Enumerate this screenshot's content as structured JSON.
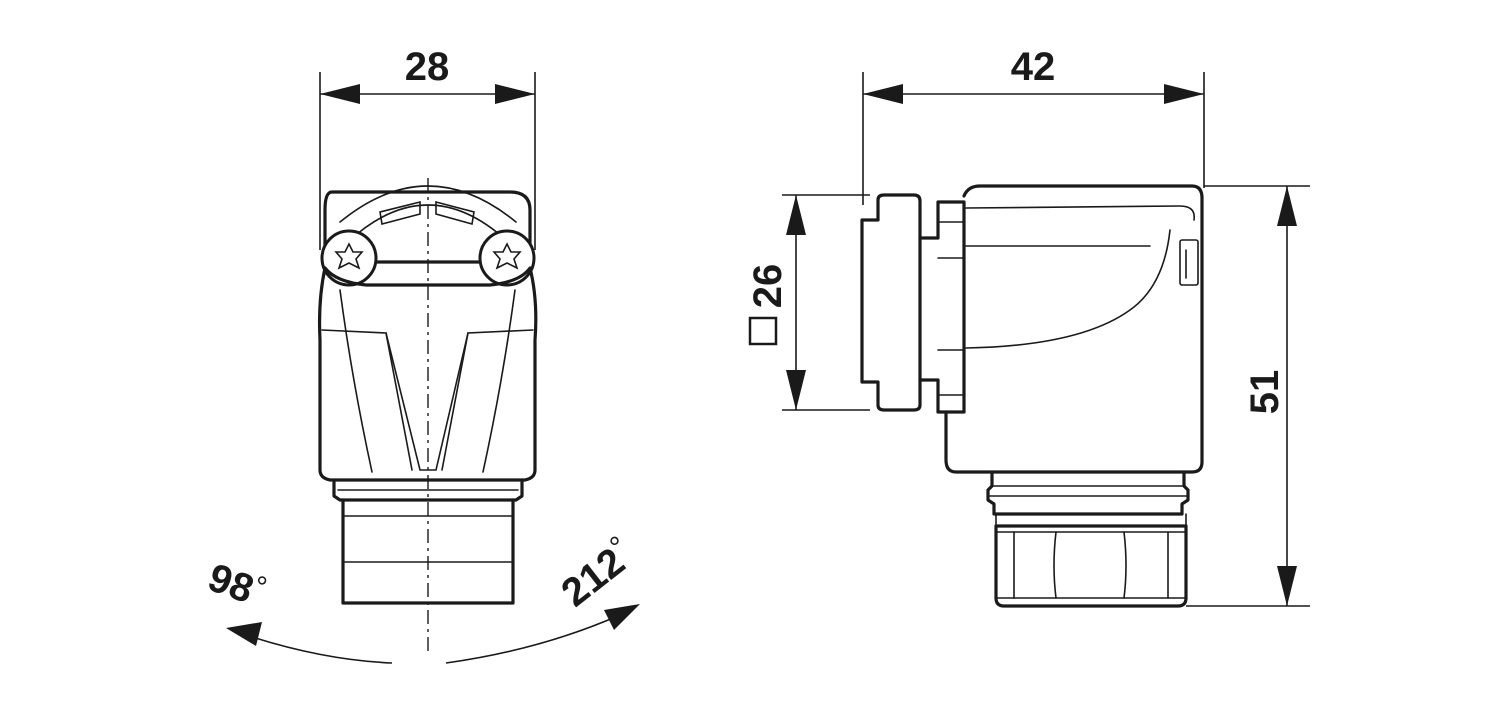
{
  "dimensions": {
    "front_width": "28",
    "side_width": "42",
    "flange_square": "26",
    "height": "51",
    "rotation_left": "98",
    "rotation_right": "212",
    "degree_symbol": "°"
  }
}
